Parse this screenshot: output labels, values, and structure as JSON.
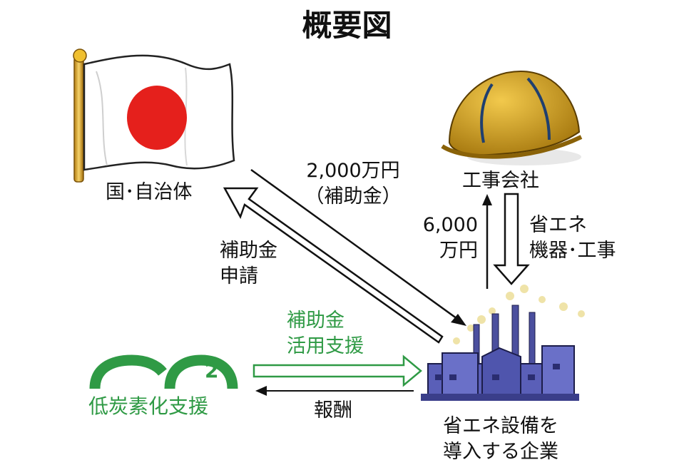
{
  "title": "概要図",
  "nodes": {
    "government": "国･自治体",
    "contractor": "工事会社",
    "company": [
      "省エネ設備を",
      "導入する企業"
    ],
    "co2": {
      "mark": "CO",
      "subscript": "2",
      "caption": "低炭素化支援"
    }
  },
  "flows": {
    "subsidy_amount": [
      "2,000万円",
      "（補助金）"
    ],
    "subsidy_application": [
      "補助金",
      "申請"
    ],
    "payment": [
      "6,000",
      "万円"
    ],
    "equipment_work": [
      "省エネ",
      "機器･工事"
    ],
    "support": [
      "補助金",
      "活用支援"
    ],
    "reward": "報酬"
  },
  "colors": {
    "green": "#2f9a45",
    "flag_red": "#e5201c",
    "helmet": "#d6a21c",
    "factory": "#5a5fb8"
  }
}
